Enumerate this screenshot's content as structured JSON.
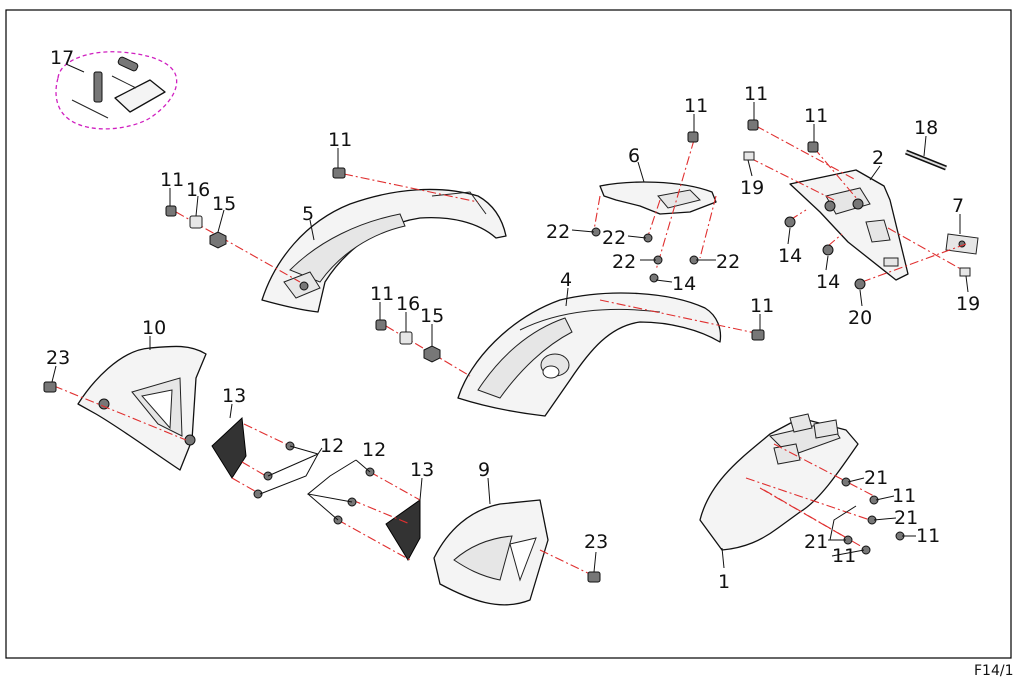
{
  "labels": {
    "p1": "1",
    "p2": "2",
    "p4": "4",
    "p5": "5",
    "p6": "6",
    "p7": "7",
    "p9": "9",
    "p10": "10",
    "p11": "11",
    "p12": "12",
    "p13": "13",
    "p14": "14",
    "p15": "15",
    "p16": "16",
    "p17": "17",
    "p18": "18",
    "p19": "19",
    "p20": "20",
    "p21": "21",
    "p22": "22",
    "p23": "23"
  },
  "page_code": "F14/1",
  "colors": {
    "centerline": "#e03030",
    "kit_outline": "#d020c0"
  }
}
